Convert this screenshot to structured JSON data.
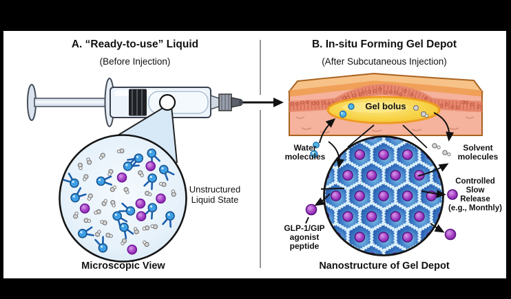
{
  "panel_a": {
    "title": "A. “Ready-to-use” Liquid",
    "subtitle": "(Before Injection)",
    "annotation": [
      "Unstructured",
      "Liquid State"
    ],
    "caption": "Microscopic View"
  },
  "panel_b": {
    "title": "B. In-situ Forming Gel Depot",
    "subtitle": "(After Subcutaneous Injection)",
    "gel_bolus_label": "Gel bolus",
    "water_label": [
      "Water",
      "molecules"
    ],
    "solvent_label": [
      "Solvent",
      "molecules"
    ],
    "release_label": [
      "Controlled",
      "Slow",
      "Release",
      "(e.g., Monthly)"
    ],
    "peptide_label": [
      "GLP-1/GIP",
      "agonist",
      "peptide"
    ],
    "caption": "Nanostructure of Gel Depot"
  },
  "colors": {
    "frame": "#000000",
    "panel_bg": "#ffffff",
    "lipid_head": "#3fa0e6",
    "lipid_head_stroke": "#15548f",
    "lipid_tail": "#1c5fae",
    "peptide_fill": "#a43ec4",
    "peptide_stroke": "#6f1899",
    "solvent_fill": "#d6d6d6",
    "solvent_stroke": "#777777",
    "water_drop": "#55b8e8",
    "gel_fill": "#f7d245",
    "gel_stroke": "#ee9b22",
    "skin_top": "#f6c288",
    "epidermis": "#f0a058",
    "dermis": "#e88a70",
    "dermis_dot": "#c05a45",
    "subcutis": "#f5b29c",
    "hex_dark": "#1e4e9e",
    "hex_light": "#7cc0e8",
    "hex_dot_stroke": "#d6eef9",
    "nano_bg": "#e8f6fc",
    "micro_bg": "#e6f1fa"
  }
}
